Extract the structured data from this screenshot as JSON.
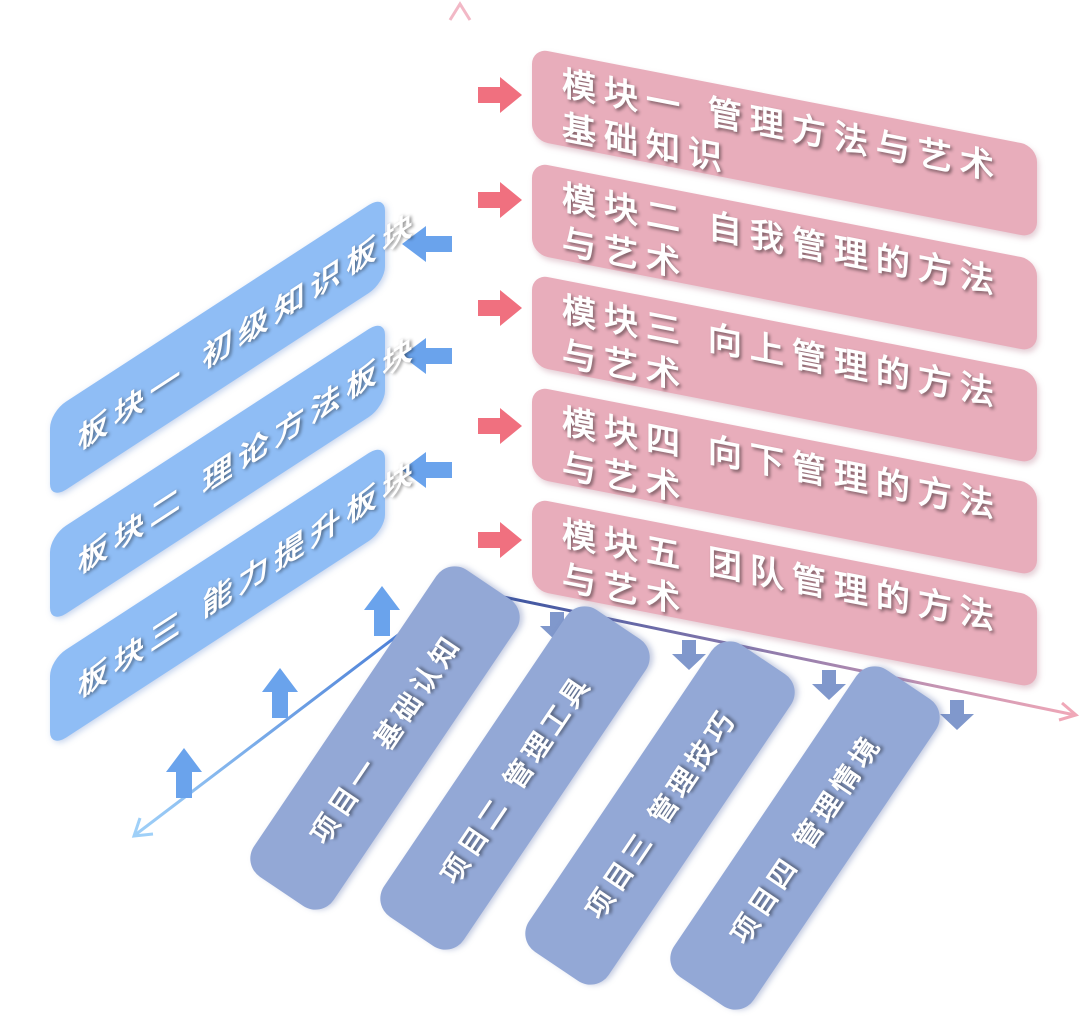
{
  "colors": {
    "pink": "#e8adbb",
    "pink_arrow": "#f0707f",
    "blue": "#8fbdf5",
    "blue_arrow": "#6aa3ec",
    "project": "#93a8d6",
    "project_arrow": "#8098cc"
  },
  "modules": [
    {
      "label": "模块一 管理方法与艺术基础知识"
    },
    {
      "label": "模块二 自我管理的方法与艺术"
    },
    {
      "label": "模块三 向上管理的方法与艺术"
    },
    {
      "label": "模块四 向下管理的方法与艺术"
    },
    {
      "label": "模块五 团队管理的方法与艺术"
    }
  ],
  "sections": [
    {
      "label": "板块一 初级知识板块"
    },
    {
      "label": "板块二 理论方法板块"
    },
    {
      "label": "板块三 能力提升板块"
    }
  ],
  "projects": [
    {
      "label": "项目一 基础认知"
    },
    {
      "label": "项目二 管理工具"
    },
    {
      "label": "项目三 管理技巧"
    },
    {
      "label": "项目四 管理情境"
    }
  ]
}
